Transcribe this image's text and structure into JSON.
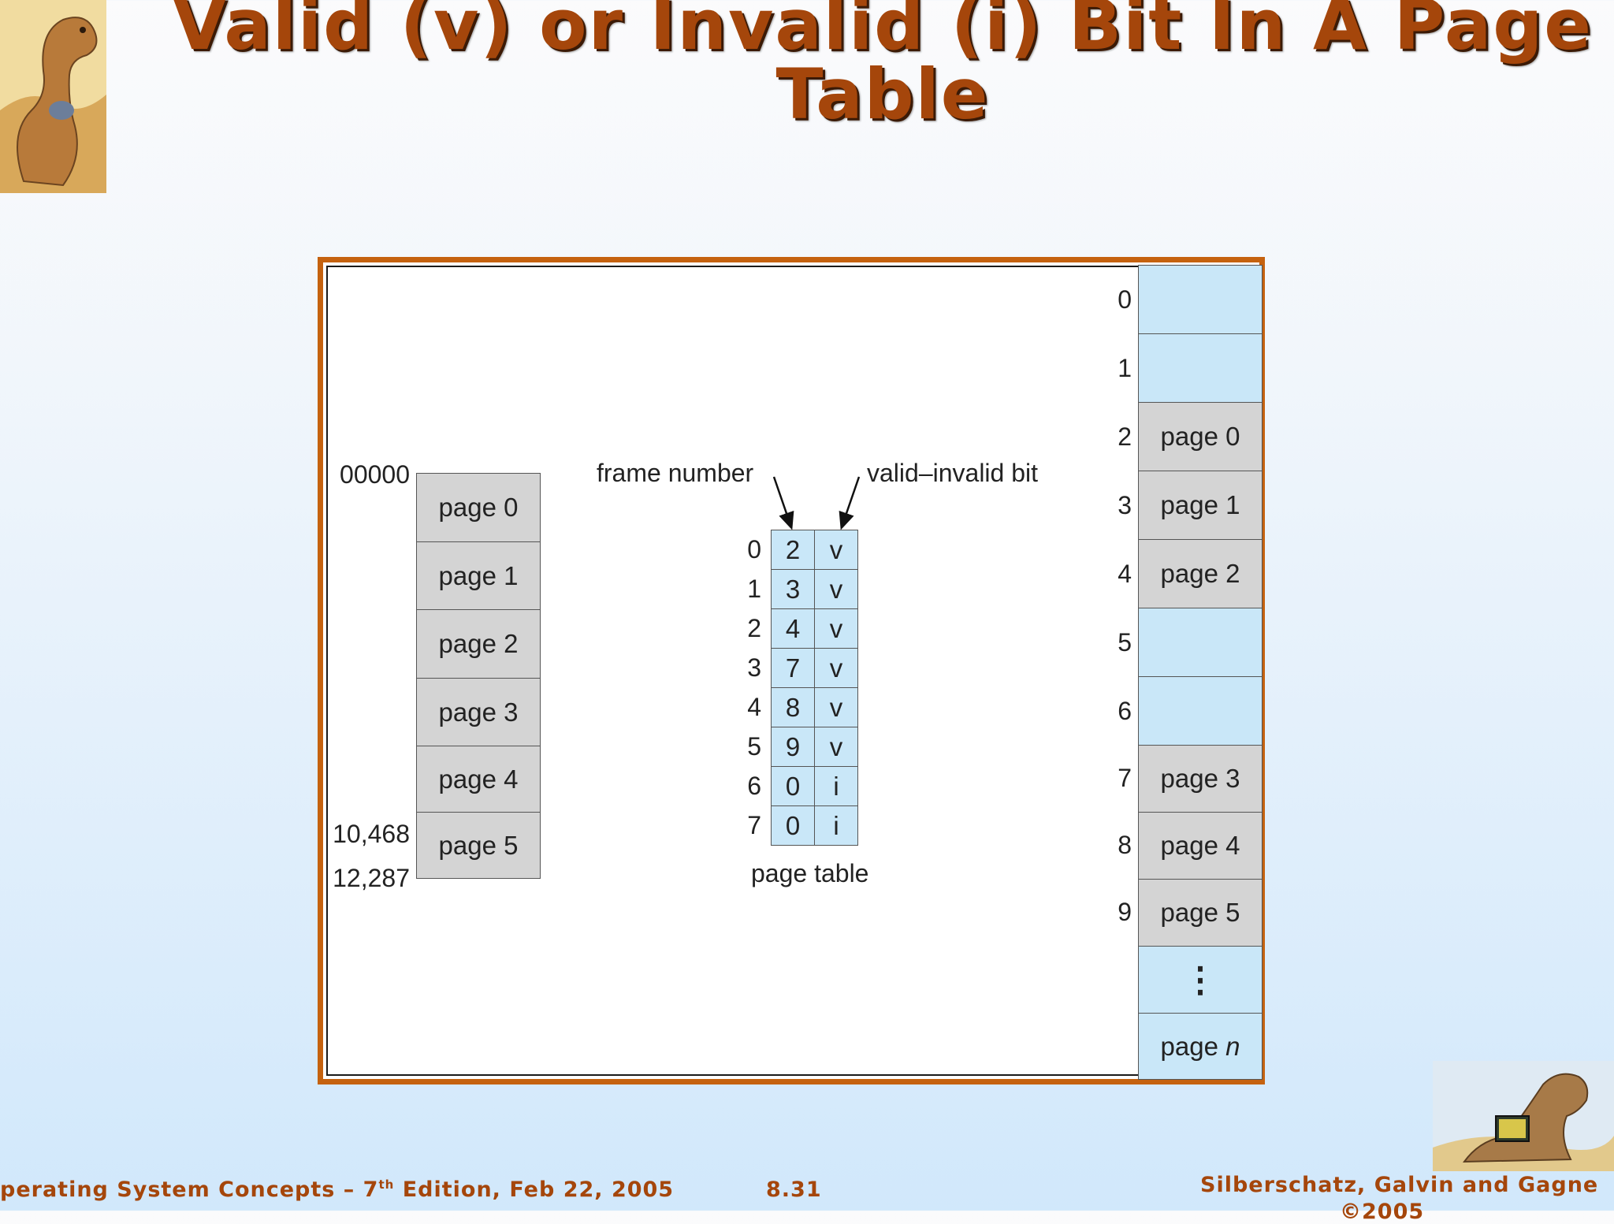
{
  "slide": {
    "title": "Valid (v) or Invalid (i) Bit In A Page Table"
  },
  "diagram": {
    "logical_memory": {
      "start_address": "00000",
      "address_a": "10,468",
      "address_b": "12,287",
      "pages": [
        "page 0",
        "page 1",
        "page 2",
        "page 3",
        "page 4",
        "page 5"
      ]
    },
    "page_table": {
      "frame_number_label": "frame number",
      "valid_invalid_label": "valid–invalid bit",
      "caption": "page table",
      "rows": [
        {
          "index": "0",
          "frame": "2",
          "bit": "v"
        },
        {
          "index": "1",
          "frame": "3",
          "bit": "v"
        },
        {
          "index": "2",
          "frame": "4",
          "bit": "v"
        },
        {
          "index": "3",
          "frame": "7",
          "bit": "v"
        },
        {
          "index": "4",
          "frame": "8",
          "bit": "v"
        },
        {
          "index": "5",
          "frame": "9",
          "bit": "v"
        },
        {
          "index": "6",
          "frame": "0",
          "bit": "i"
        },
        {
          "index": "7",
          "frame": "0",
          "bit": "i"
        }
      ]
    },
    "physical_memory": {
      "frames": [
        {
          "index": "0",
          "label": ""
        },
        {
          "index": "1",
          "label": ""
        },
        {
          "index": "2",
          "label": "page 0"
        },
        {
          "index": "3",
          "label": "page 1"
        },
        {
          "index": "4",
          "label": "page 2"
        },
        {
          "index": "5",
          "label": ""
        },
        {
          "index": "6",
          "label": ""
        },
        {
          "index": "7",
          "label": "page 3"
        },
        {
          "index": "8",
          "label": "page 4"
        },
        {
          "index": "9",
          "label": "page 5"
        },
        {
          "index": "",
          "label": "⋮"
        },
        {
          "index": "",
          "label": "page n"
        }
      ],
      "last_page_prefix": "page ",
      "last_page_var": "n"
    }
  },
  "footer": {
    "left_main": "perating System Concepts – 7",
    "left_sup": "th",
    "left_rest": " Edition, Feb 22, 2005",
    "page_number": "8.31",
    "right_line1": "Silberschatz, Galvin and Gagne",
    "right_line2": "©2005"
  },
  "colors": {
    "title": "#a5460b",
    "frame_border": "#c5620f",
    "grey_cell": "#d4d4d4",
    "blue_cell": "#c9e7f8"
  }
}
